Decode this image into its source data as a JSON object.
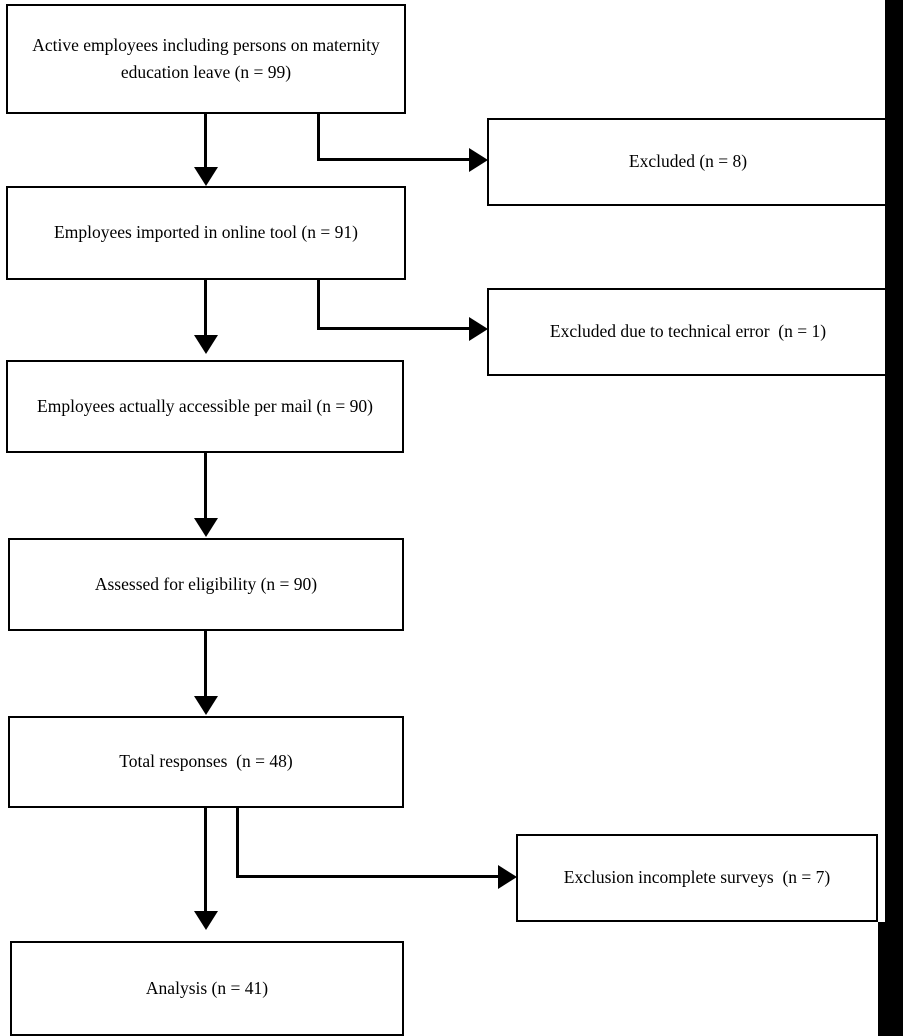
{
  "diagram": {
    "type": "flowchart",
    "title": "Participant flow diagram",
    "colors": {
      "stroke": "#000000",
      "fill": "#ffffff",
      "text": "#000000",
      "scan_band": "#000000"
    },
    "nodes": [
      {
        "id": "enrollment",
        "label": "Active employees including persons on maternity\neducation leave (n = 99)",
        "n": 99,
        "column": "main"
      },
      {
        "id": "imported",
        "label": "Employees imported in online tool (n = 91)",
        "n": 91,
        "column": "main"
      },
      {
        "id": "accessible",
        "label": "Employees actually accessible per mail (n = 90)",
        "n": 90,
        "column": "main"
      },
      {
        "id": "assessed",
        "label": "Assessed for eligibility (n = 90)",
        "n": 90,
        "column": "main"
      },
      {
        "id": "responses",
        "label": "Total responses  (n = 48)",
        "n": 48,
        "column": "main"
      },
      {
        "id": "analysis",
        "label": "Analysis (n = 41)",
        "n": 41,
        "column": "main"
      },
      {
        "id": "excluded-1",
        "label": "Excluded (n = 8)",
        "n": 8,
        "column": "side"
      },
      {
        "id": "excluded-2",
        "label": "Excluded due to technical error  (n = 1)",
        "n": 1,
        "column": "side"
      },
      {
        "id": "excluded-3",
        "label": "Exclusion incomplete surveys  (n = 7)",
        "n": 7,
        "column": "side"
      }
    ],
    "edges": [
      {
        "from": "enrollment",
        "to": "imported",
        "kind": "down-arrow"
      },
      {
        "from": "enrollment",
        "to": "excluded-1",
        "kind": "elbow-right-arrow"
      },
      {
        "from": "imported",
        "to": "accessible",
        "kind": "down-arrow"
      },
      {
        "from": "imported",
        "to": "excluded-2",
        "kind": "elbow-right-arrow"
      },
      {
        "from": "accessible",
        "to": "assessed",
        "kind": "down-arrow"
      },
      {
        "from": "assessed",
        "to": "responses",
        "kind": "down-arrow"
      },
      {
        "from": "responses",
        "to": "excluded-3",
        "kind": "elbow-right-arrow"
      },
      {
        "from": "responses",
        "to": "analysis",
        "kind": "down-arrow"
      }
    ]
  }
}
